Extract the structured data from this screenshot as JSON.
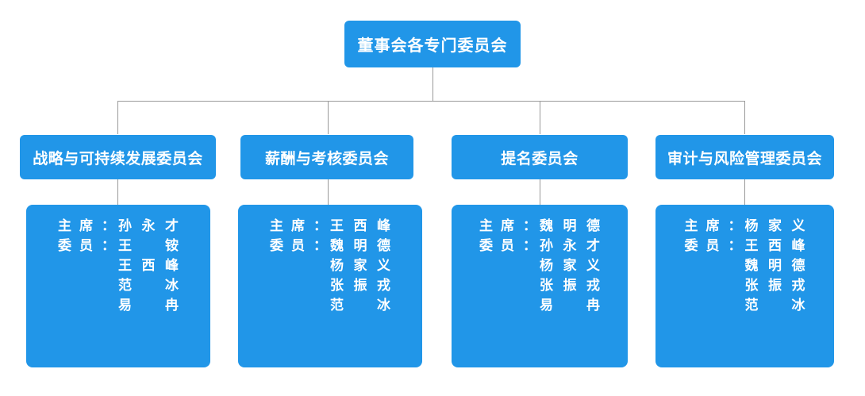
{
  "diagram": {
    "title": "董事会各专门委员会",
    "type": "org-chart",
    "accent_color": "#2196E8",
    "connector_color": "#9a9a9a",
    "text_color": "#ffffff",
    "background_color": "#ffffff",
    "labels": {
      "chair": "主席",
      "chair_char_1": "主",
      "chair_char_2": "席",
      "member": "委员",
      "member_char_1": "委",
      "member_char_2": "员",
      "colon": "："
    }
  },
  "root": {
    "label": "董事会各专门委员会"
  },
  "committees": [
    {
      "name": "战略与可持续发展委员会",
      "chair": "孙永才",
      "chair_chars": [
        "孙",
        "永",
        "才"
      ],
      "members": [
        {
          "name": "王铵",
          "chars": [
            "王",
            "铵"
          ]
        },
        {
          "name": "王西峰",
          "chars": [
            "王",
            "西",
            "峰"
          ]
        },
        {
          "name": "范冰",
          "chars": [
            "范",
            "冰"
          ]
        },
        {
          "name": "易冉",
          "chars": [
            "易",
            "冉"
          ]
        }
      ]
    },
    {
      "name": "薪酬与考核委员会",
      "chair": "王西峰",
      "chair_chars": [
        "王",
        "西",
        "峰"
      ],
      "members": [
        {
          "name": "魏明德",
          "chars": [
            "魏",
            "明",
            "德"
          ]
        },
        {
          "name": "杨家义",
          "chars": [
            "杨",
            "家",
            "义"
          ]
        },
        {
          "name": "张振戎",
          "chars": [
            "张",
            "振",
            "戎"
          ]
        },
        {
          "name": "范冰",
          "chars": [
            "范",
            "冰"
          ]
        }
      ]
    },
    {
      "name": "提名委员会",
      "chair": "魏明德",
      "chair_chars": [
        "魏",
        "明",
        "德"
      ],
      "members": [
        {
          "name": "孙永才",
          "chars": [
            "孙",
            "永",
            "才"
          ]
        },
        {
          "name": "杨家义",
          "chars": [
            "杨",
            "家",
            "义"
          ]
        },
        {
          "name": "张振戎",
          "chars": [
            "张",
            "振",
            "戎"
          ]
        },
        {
          "name": "易冉",
          "chars": [
            "易",
            "冉"
          ]
        }
      ]
    },
    {
      "name": "审计与风险管理委员会",
      "chair": "杨家义",
      "chair_chars": [
        "杨",
        "家",
        "义"
      ],
      "members": [
        {
          "name": "王西峰",
          "chars": [
            "王",
            "西",
            "峰"
          ]
        },
        {
          "name": "魏明德",
          "chars": [
            "魏",
            "明",
            "德"
          ]
        },
        {
          "name": "张振戎",
          "chars": [
            "张",
            "振",
            "戎"
          ]
        },
        {
          "name": "范冰",
          "chars": [
            "范",
            "冰"
          ]
        }
      ]
    }
  ]
}
